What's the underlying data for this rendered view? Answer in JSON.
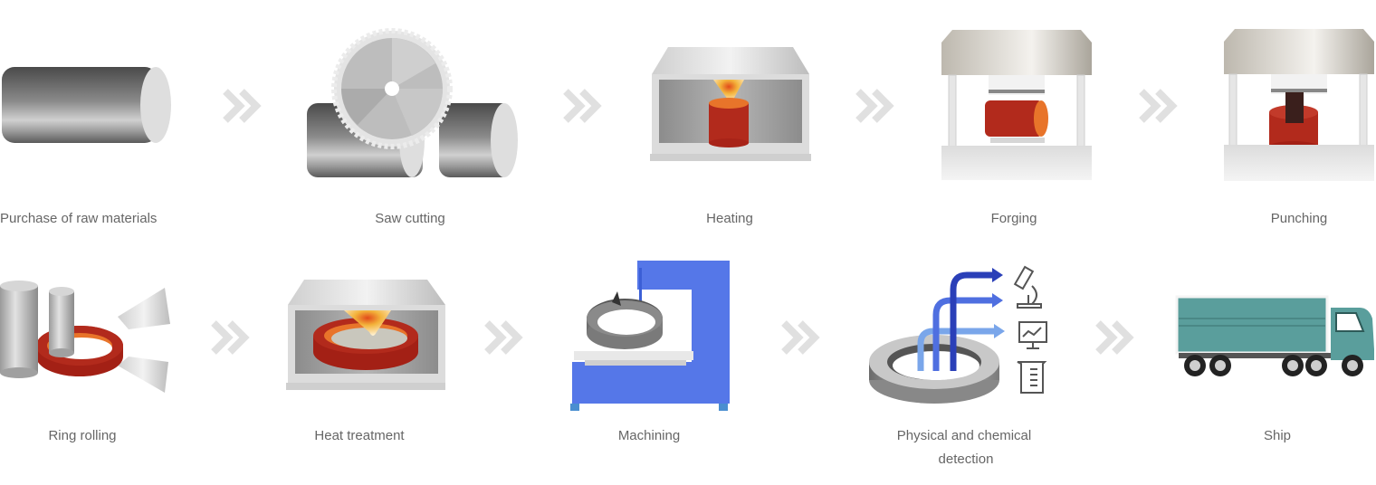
{
  "diagram": {
    "type": "process-flow",
    "arrow_glyph": "double-chevron-right",
    "arrow_color": "#e0e0e0",
    "label_color": "#666666",
    "rows": [
      {
        "steps": [
          {
            "order": 1,
            "label": "Purchase of raw materials",
            "icon": "steel-bar-icon"
          },
          {
            "order": 2,
            "label": "Saw cutting",
            "icon": "circular-saw-icon"
          },
          {
            "order": 3,
            "label": "Heating",
            "icon": "furnace-icon"
          },
          {
            "order": 4,
            "label": "Forging",
            "icon": "forging-press-icon"
          },
          {
            "order": 5,
            "label": "Punching",
            "icon": "punching-press-icon"
          }
        ]
      },
      {
        "steps": [
          {
            "order": 6,
            "label": "Ring rolling",
            "icon": "ring-rolling-icon"
          },
          {
            "order": 7,
            "label": "Heat treatment",
            "icon": "heat-treatment-furnace-icon"
          },
          {
            "order": 8,
            "label": "Machining",
            "icon": "lathe-machine-icon"
          },
          {
            "order": 9,
            "label": "Physical and chemical detection",
            "label_lines": [
              "Physical and chemical",
              "detection"
            ],
            "icon": "inspection-icon"
          },
          {
            "order": 10,
            "label": "Ship",
            "icon": "truck-icon"
          }
        ]
      }
    ],
    "colors": {
      "steel_dark": "#555555",
      "steel_light": "#d9d9d9",
      "hot_metal": "#b22a1c",
      "hot_face": "#e8742a",
      "machine_blue": "#5577e8",
      "truck_teal": "#5a9e9c"
    }
  }
}
